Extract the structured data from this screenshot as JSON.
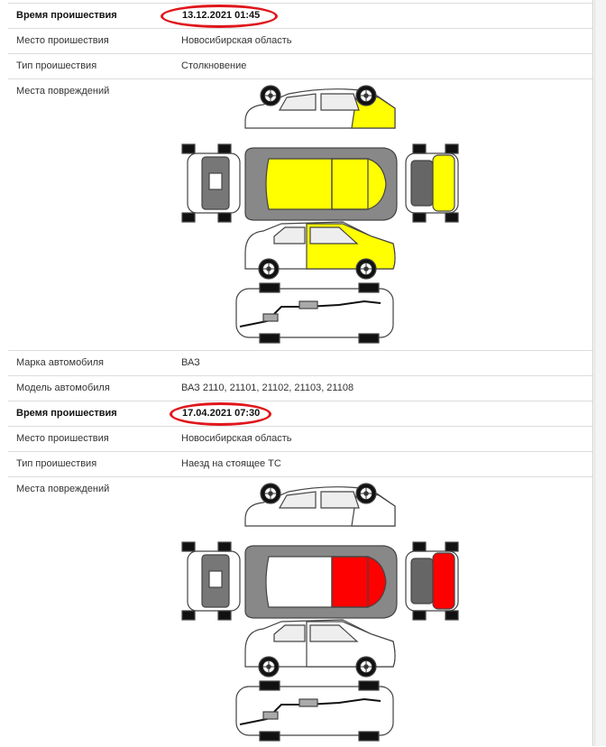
{
  "records": [
    {
      "time_label": "Время проишествия",
      "time_value": "13.12.2021 01:45",
      "place_label": "Место проишествия",
      "place_value": "Новосибирская область",
      "type_label": "Тип проишествия",
      "type_value": "Столкновение",
      "damage_label": "Места повреждений",
      "damage_color": "#ffff00",
      "damaged_zones": [
        "roof-front",
        "hood",
        "front-left-side",
        "front-right-side",
        "front-bumper"
      ],
      "brand_label": "Марка автомобиля",
      "brand_value": "ВАЗ",
      "model_label": "Модель автомобиля",
      "model_value": "ВАЗ 2110, 21101, 21102, 21103, 21108"
    },
    {
      "time_label": "Время проишествия",
      "time_value": "17.04.2021 07:30",
      "place_label": "Место проишествия",
      "place_value": "Новосибирская область",
      "type_label": "Тип проишествия",
      "type_value": "Наезд на стоящее ТС",
      "damage_label": "Места повреждений",
      "damage_color": "#ff0000",
      "damaged_zones": [
        "hood",
        "front-bumper"
      ]
    }
  ],
  "colors": {
    "highlight_oval": "#e0161b",
    "row_border": "#dcdcdc"
  }
}
